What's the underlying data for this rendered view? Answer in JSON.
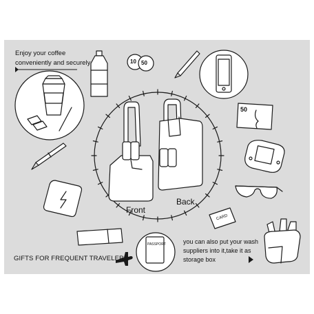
{
  "coffee_caption": [
    "Enjoy your coffee",
    "conveniently and securely"
  ],
  "product_labels": {
    "front": "Front",
    "back": "Back"
  },
  "wash_caption": [
    "you can also put your wash",
    "suppliers into it,take it as",
    "storage box"
  ],
  "gifts_caption": "GIFTS FOR FREQUENT TRAVELERS",
  "item_labels": {
    "coin_10": "10",
    "coin_50": "50",
    "banknote": "50",
    "card": "CARD",
    "passport": "PASSPORT"
  },
  "colors": {
    "panel": "#dcdcdc",
    "line": "#1a1a1a",
    "fill": "#ffffff"
  },
  "icons": [
    "coffee-cup-icon",
    "stirrer-icon",
    "sugar-packet-icon",
    "water-bottle-icon",
    "coins-icon",
    "pencil-icon",
    "phone-icon",
    "banknote-icon",
    "game-console-icon",
    "glasses-icon",
    "card-icon",
    "storage-box-icon",
    "passport-icon",
    "boarding-pass-icon",
    "power-bank-icon",
    "pen-icon",
    "airplane-icon",
    "triangle-arrow-icon"
  ]
}
